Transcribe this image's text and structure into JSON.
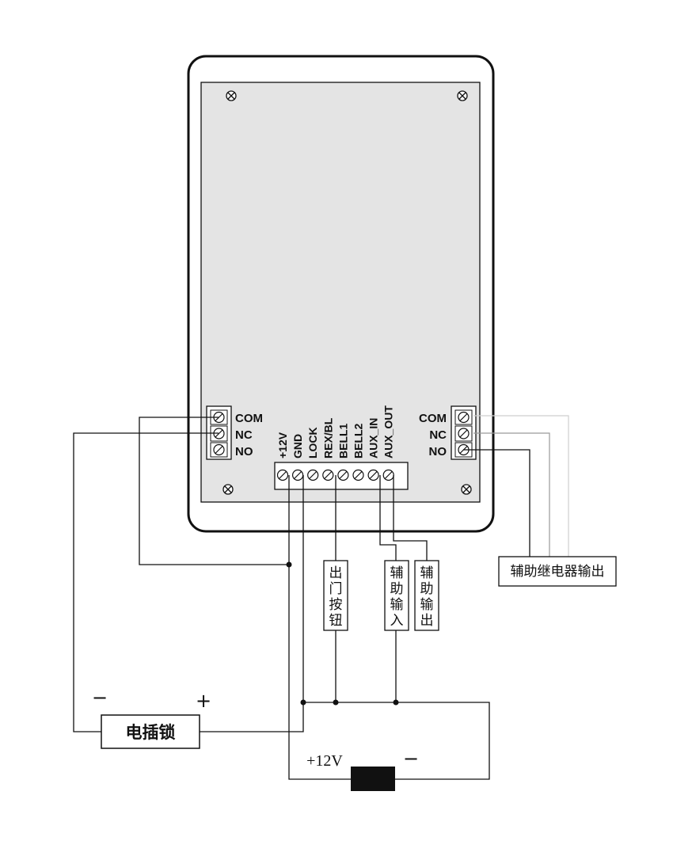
{
  "left_relay": {
    "labels": [
      "COM",
      "NC",
      "NO"
    ]
  },
  "right_relay": {
    "labels": [
      "COM",
      "NC",
      "NO"
    ]
  },
  "main_terminal": {
    "pins": [
      "+12V",
      "GND",
      "LOCK",
      "REX/BL",
      "BELL1",
      "BELL2",
      "AUX_IN",
      "AUX_OUT"
    ]
  },
  "boxes": {
    "exit_button": "出门按钮",
    "aux_input": "辅助输入",
    "aux_output": "辅助输出",
    "aux_relay_output": "辅助继电器输出",
    "electric_lock": "电插锁"
  },
  "lock_polarity": {
    "minus": "−",
    "plus": "+"
  },
  "power_supply": {
    "plus_label": "+12V",
    "minus_label": "−"
  }
}
